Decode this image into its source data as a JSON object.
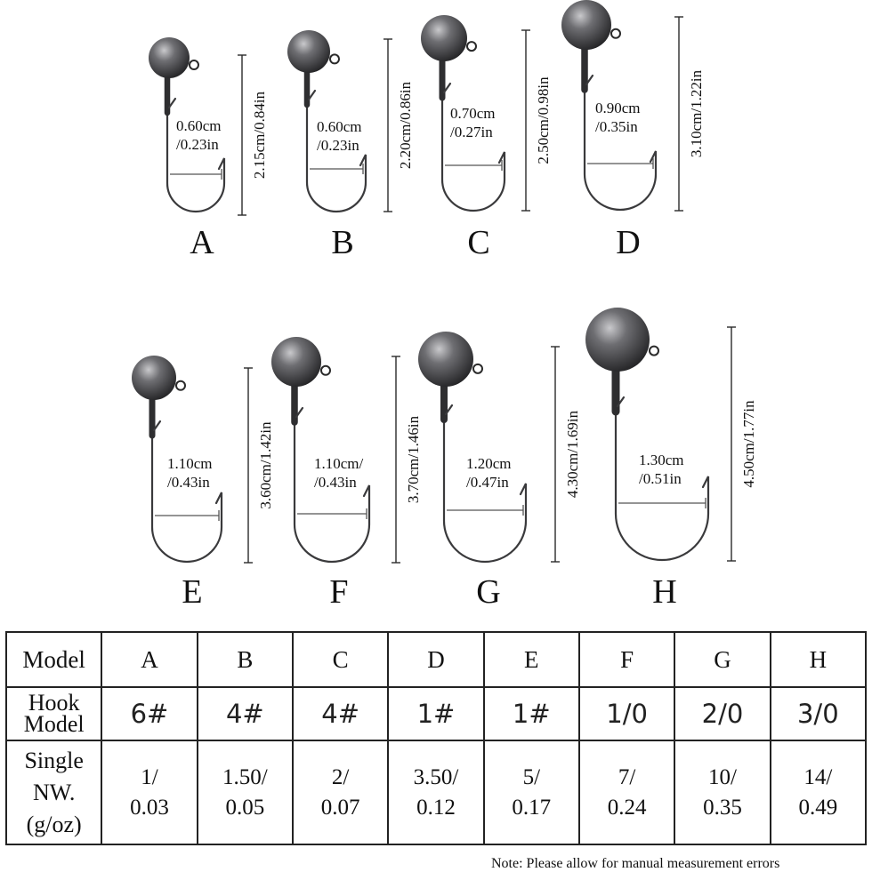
{
  "hooks": [
    {
      "letter": "A",
      "gap_cm": "0.60cm",
      "gap_in": "/0.23in",
      "length": "2.15cm/0.84in"
    },
    {
      "letter": "B",
      "gap_cm": "0.60cm",
      "gap_in": "/0.23in",
      "length": "2.20cm/0.86in"
    },
    {
      "letter": "C",
      "gap_cm": "0.70cm",
      "gap_in": "/0.27in",
      "length": "2.50cm/0.98in"
    },
    {
      "letter": "D",
      "gap_cm": "0.90cm",
      "gap_in": "/0.35in",
      "length": "3.10cm/1.22in"
    },
    {
      "letter": "E",
      "gap_cm": "1.10cm",
      "gap_in": "/0.43in",
      "length": "3.60cm/1.42in"
    },
    {
      "letter": "F",
      "gap_cm": "1.10cm/",
      "gap_in": "/0.43in",
      "length": "3.70cm/1.46in"
    },
    {
      "letter": "G",
      "gap_cm": "1.20cm",
      "gap_in": "/0.47in",
      "length": "4.30cm/1.69in"
    },
    {
      "letter": "H",
      "gap_cm": "1.30cm",
      "gap_in": "/0.51in",
      "length": "4.50cm/1.77in"
    }
  ],
  "table": {
    "model_label": "Model",
    "hook_model_label": [
      "Hook",
      "Model"
    ],
    "weight_label": [
      "Single NW.",
      "(g/oz)"
    ],
    "models": [
      "A",
      "B",
      "C",
      "D",
      "E",
      "F",
      "G",
      "H"
    ],
    "hook_models": [
      "6#",
      "4#",
      "4#",
      "1#",
      "1#",
      "1/0",
      "2/0",
      "3/0"
    ],
    "weights": [
      [
        "1/",
        "0.03"
      ],
      [
        "1.50/",
        "0.05"
      ],
      [
        "2/",
        "0.07"
      ],
      [
        "3.50/",
        "0.12"
      ],
      [
        "5/",
        "0.17"
      ],
      [
        "7/",
        "0.24"
      ],
      [
        "10/",
        "0.35"
      ],
      [
        "14/",
        "0.49"
      ]
    ]
  },
  "note": "Note: Please allow for manual measurement errors"
}
